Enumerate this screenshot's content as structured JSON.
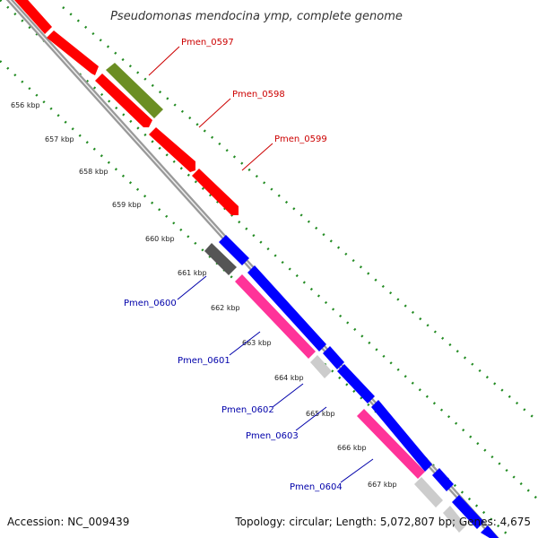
{
  "title": "Pseudomonas mendocina ymp, complete genome",
  "footer": {
    "accession": "Accession: NC_009439",
    "summary": "Topology: circular; Length: 5,072,807 bp; Genes: 4,675"
  },
  "colors": {
    "forward_strand": "#ff0000",
    "reverse_strand": "#0000ff",
    "label_forward": "#cc0000",
    "label_reverse": "#0000aa",
    "rna": "#ff3399",
    "pseudo": "#cccccc",
    "highlight_green": "#6b8e23",
    "dark_gray": "#555555",
    "backbone": "#999999",
    "dotted_scale": "#228b22"
  },
  "ticks": [
    {
      "label": "656 kbp"
    },
    {
      "label": "657 kbp"
    },
    {
      "label": "658 kbp"
    },
    {
      "label": "659 kbp"
    },
    {
      "label": "660 kbp"
    },
    {
      "label": "661 kbp"
    },
    {
      "label": "662 kbp"
    },
    {
      "label": "663 kbp"
    },
    {
      "label": "664 kbp"
    },
    {
      "label": "665 kbp"
    },
    {
      "label": "666 kbp"
    },
    {
      "label": "667 kbp"
    }
  ],
  "gene_labels": [
    {
      "name": "Pmen_0597",
      "strand": "forward"
    },
    {
      "name": "Pmen_0598",
      "strand": "forward"
    },
    {
      "name": "Pmen_0599",
      "strand": "forward"
    },
    {
      "name": "Pmen_0600",
      "strand": "reverse"
    },
    {
      "name": "Pmen_0601",
      "strand": "reverse"
    },
    {
      "name": "Pmen_0602",
      "strand": "reverse"
    },
    {
      "name": "Pmen_0603",
      "strand": "reverse"
    },
    {
      "name": "Pmen_0604",
      "strand": "reverse"
    }
  ]
}
